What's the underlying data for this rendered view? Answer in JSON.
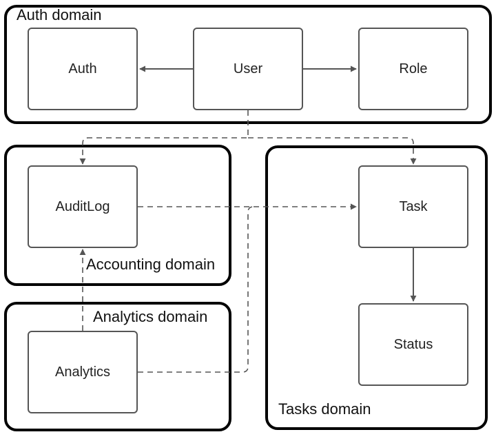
{
  "domains": {
    "auth": {
      "label": "Auth domain"
    },
    "accounting": {
      "label": "Accounting domain"
    },
    "analytics": {
      "label": "Analytics domain"
    },
    "tasks": {
      "label": "Tasks domain"
    }
  },
  "entities": {
    "auth": "Auth",
    "user": "User",
    "role": "Role",
    "auditlog": "AuditLog",
    "task": "Task",
    "status": "Status",
    "analytics": "Analytics"
  },
  "relations": [
    {
      "from": "user",
      "to": "auth",
      "style": "solid"
    },
    {
      "from": "user",
      "to": "role",
      "style": "solid"
    },
    {
      "from": "user",
      "to": "auditlog",
      "style": "dashed"
    },
    {
      "from": "user",
      "to": "task",
      "style": "dashed"
    },
    {
      "from": "auditlog",
      "to": "task",
      "style": "dashed"
    },
    {
      "from": "analytics",
      "to": "auditlog",
      "style": "dashed"
    },
    {
      "from": "analytics",
      "to": "task",
      "style": "dashed"
    },
    {
      "from": "task",
      "to": "status",
      "style": "solid"
    }
  ],
  "colors": {
    "domain_border": "#000000",
    "entity_border": "#555555",
    "connector": "#555555"
  }
}
